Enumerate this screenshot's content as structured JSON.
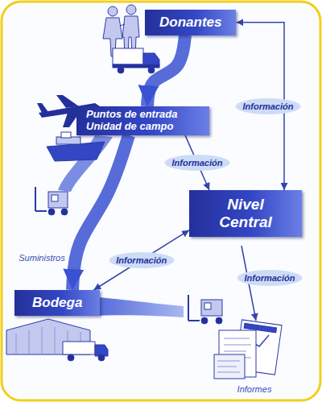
{
  "diagram": {
    "nodes": [
      {
        "text": [
          "Donantes"
        ]
      },
      {
        "text": [
          "Puntos de entrada Unidad de campo"
        ]
      },
      {
        "text": [
          "Nivel Central"
        ]
      },
      {
        "text": [
          "Bodega"
        ]
      }
    ],
    "edges": [
      {
        "from": 0,
        "to": 1,
        "arrow": "to"
      },
      {
        "from": 1,
        "to": 3,
        "arrow": "to",
        "label": "Suministros"
      },
      {
        "from": 1,
        "to": 2,
        "arrow": "to",
        "label": "Información"
      },
      {
        "from": 2,
        "to": 0,
        "arrow": "both",
        "label": "Información"
      },
      {
        "from": 2,
        "to": 3,
        "arrow": "both",
        "label": "Información"
      }
    ],
    "labels": [
      "Información",
      "Informes"
    ]
  }
}
